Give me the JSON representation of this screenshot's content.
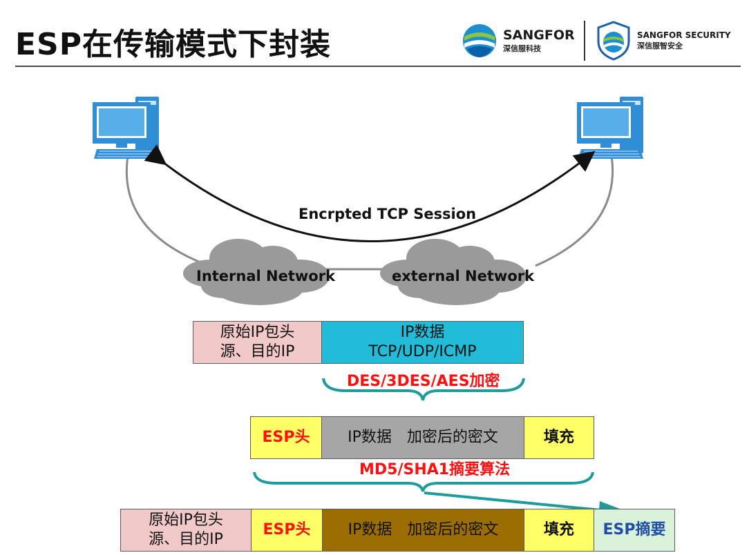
{
  "header": {
    "title": "ESP在传输模式下封装",
    "logo1_name": "SANGFOR",
    "logo1_sub": "深信服科技",
    "logo2_name": "SANGFOR SECURITY",
    "logo2_sub": "深信服智安全"
  },
  "network": {
    "session_label": "Encrpted TCP Session",
    "internal_label": "Internal Network",
    "external_label": "external Network"
  },
  "row1": {
    "ip_header_line1": "原始IP包头",
    "ip_header_line2": "源、目的IP",
    "data_line1": "IP数据",
    "data_line2": "TCP/UDP/ICMP",
    "encryption_label": "DES/3DES/AES加密"
  },
  "row2": {
    "esp_header": "ESP头",
    "cipher_text": "IP数据　加密后的密文",
    "padding": "填充",
    "digest_label": "MD5/SHA1摘要算法"
  },
  "row3": {
    "ip_header_line1": "原始IP包头",
    "ip_header_line2": "源、目的IP",
    "esp_header": "ESP头",
    "cipher_text": "IP数据　加密后的密文",
    "padding": "填充",
    "esp_digest": "ESP摘要"
  },
  "colors": {
    "ip_header_bg": "#f2c9c9",
    "ip_data_bg": "#22bcd9",
    "esp_header_bg": "#ffff66",
    "cipher_bg_row2": "#a6a6a6",
    "cipher_bg_row3": "#9c6d00",
    "digest_bg": "#d9f2d9",
    "brace": "#1e9c9c",
    "red": "#ff1010"
  }
}
